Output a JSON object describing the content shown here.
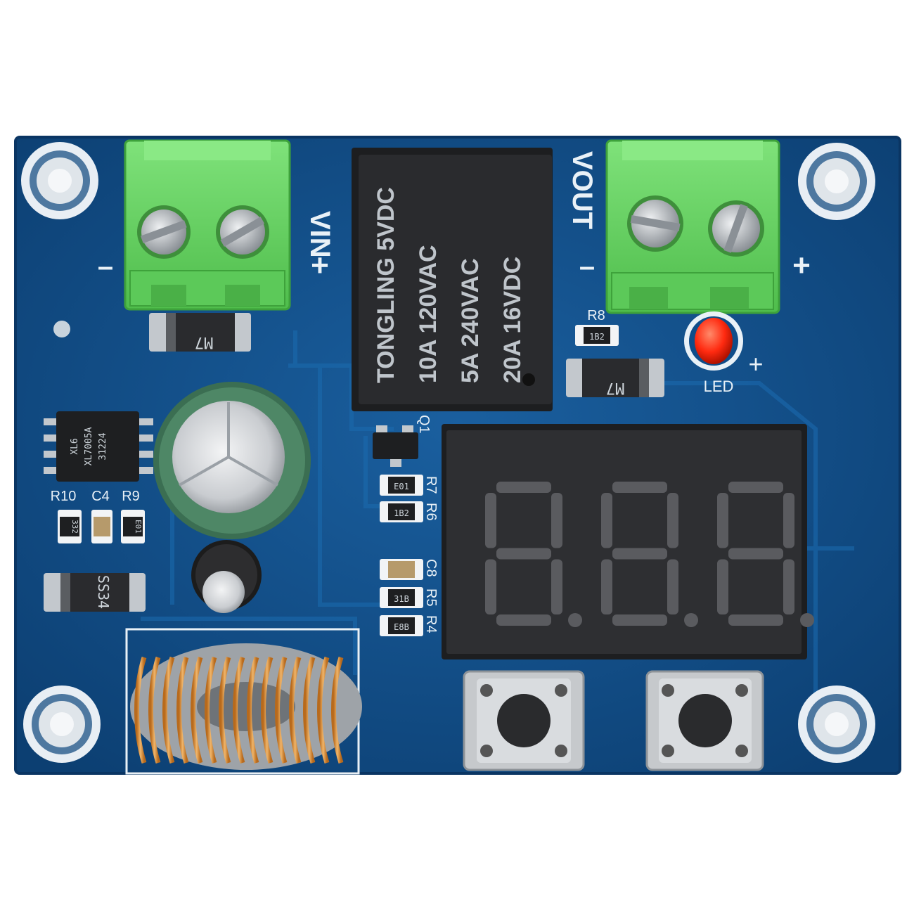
{
  "silkscreen": {
    "vin_label": "VIN",
    "vin_minus": "–",
    "vin_plus": "+",
    "vout_label": "VOUT",
    "vout_minus": "–",
    "vout_plus": "+",
    "led_label": "LED",
    "led_plus": "+",
    "r8": "R8",
    "q1": "Q1",
    "r7": "R7",
    "r6": "R6",
    "c8": "C8",
    "r5": "R5",
    "r4": "R4",
    "r10": "R10",
    "c4": "C4",
    "r9": "R9"
  },
  "relay": {
    "line1": "TONGLING   5VDC",
    "line2": "10A   120VAC",
    "line3": "5A   240VAC",
    "line4": "20A   16VDC"
  },
  "components": {
    "diode_top": "M7",
    "diode_right": "M7",
    "diode_left": "SS34",
    "r8_code": "1B2",
    "r7_code": "E01",
    "r6_code": "1B2",
    "r5_code": "31B",
    "r4_code": "E8B",
    "r10_code": "332",
    "r9_code": "E01",
    "ic_line1": "XL6",
    "ic_line2": "XL7005A",
    "ic_line3": "31224"
  },
  "display": {
    "readout": "8.8.8."
  },
  "colors": {
    "pcb": "#0f4d8a",
    "terminal": "#6ed66a",
    "display": "#2c2c2e",
    "led": "#ff2a10"
  }
}
